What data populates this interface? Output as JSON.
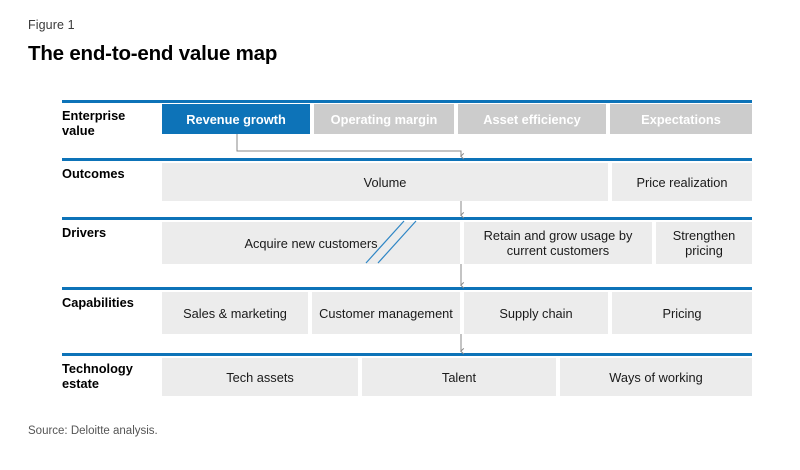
{
  "figure": {
    "label": "Figure 1",
    "title": "The end-to-end value map"
  },
  "colors": {
    "accent_blue": "#0d73b8",
    "muted_grey": "#cccccc",
    "cell_grey": "#ececec",
    "text_dark": "#1a1a1a",
    "background": "#ffffff"
  },
  "rows": [
    {
      "label": "Enterprise value",
      "label_lines": [
        "Enterprise",
        "value"
      ],
      "cells": [
        {
          "text": "Revenue growth",
          "state": "selected"
        },
        {
          "text": "Operating margin",
          "state": "muted"
        },
        {
          "text": "Asset efficiency",
          "state": "muted"
        },
        {
          "text": "Expectations",
          "state": "muted"
        }
      ]
    },
    {
      "label": "Outcomes",
      "label_lines": [
        "Outcomes"
      ],
      "cells": [
        {
          "text": "Volume",
          "state": "normal"
        },
        {
          "text": "Price realization",
          "state": "normal"
        }
      ]
    },
    {
      "label": "Drivers",
      "label_lines": [
        "Drivers"
      ],
      "cells": [
        {
          "text": "Acquire new customers",
          "state": "normal"
        },
        {
          "text": "Retain and grow usage by current customers",
          "state": "normal"
        },
        {
          "text": "Strengthen pricing",
          "state": "normal"
        }
      ]
    },
    {
      "label": "Capabilities",
      "label_lines": [
        "Capabilities"
      ],
      "cells": [
        {
          "text": "Sales & marketing",
          "state": "normal"
        },
        {
          "text": "Customer management",
          "state": "normal"
        },
        {
          "text": "Supply chain",
          "state": "normal"
        },
        {
          "text": "Pricing",
          "state": "normal"
        }
      ]
    },
    {
      "label": "Technology estate",
      "label_lines": [
        "Technology",
        "estate"
      ],
      "cells": [
        {
          "text": "Tech assets",
          "state": "normal"
        },
        {
          "text": "Talent",
          "state": "normal"
        },
        {
          "text": "Ways of working",
          "state": "normal"
        }
      ]
    }
  ],
  "source": "Source: Deloitte analysis."
}
